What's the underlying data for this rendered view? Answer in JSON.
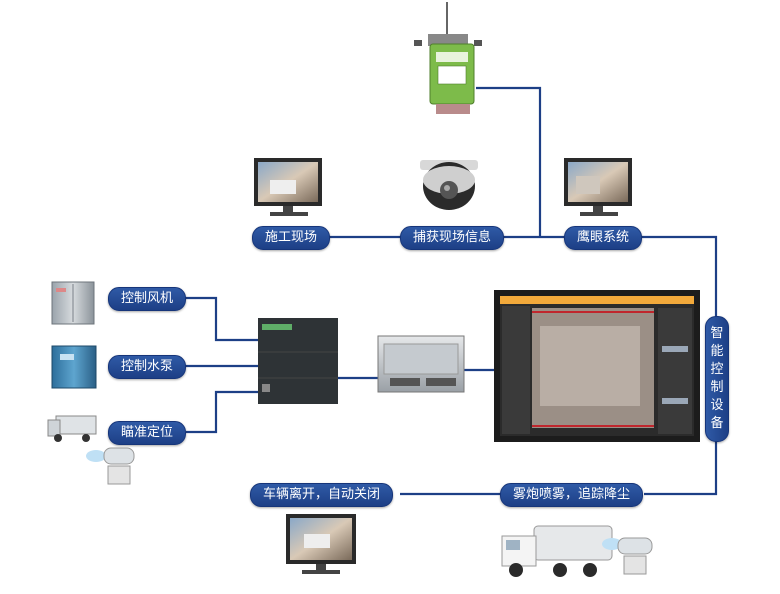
{
  "labels": {
    "construction_site": "施工现场",
    "capture_info": "捕获现场信息",
    "eagle_eye": "鹰眼系统",
    "smart_control": [
      "智",
      "能",
      "控",
      "制",
      "设",
      "备"
    ],
    "control_fan": "控制风机",
    "control_pump": "控制水泵",
    "aim_position": "瞄准定位",
    "vehicle_leave": "车辆离开，自动关闭",
    "fog_cannon": "雾炮喷雾，追踪降尘"
  },
  "colors": {
    "line": "#1d3f86",
    "pill": "#2a53a0",
    "monitor_green": "#7dbb4a",
    "screen_red": "#c0262d",
    "screen_orange": "#f2a93b"
  }
}
